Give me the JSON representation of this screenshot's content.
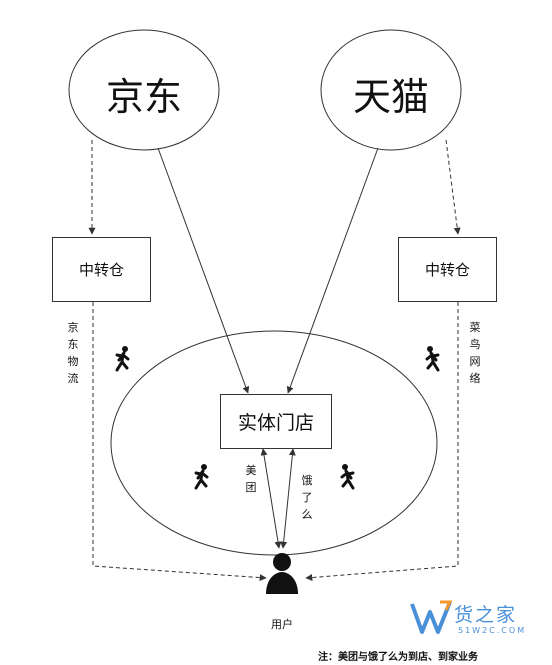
{
  "nodes": {
    "jd": "京东",
    "tmall": "天猫",
    "transfer_left": "中转仓",
    "transfer_right": "中转仓",
    "store": "实体门店",
    "user": "用户"
  },
  "edge_labels": {
    "jd_logistics": "京东物流",
    "cainiao": "菜鸟网络",
    "meituan": "美团",
    "eleme": "饿了么"
  },
  "note": "注：美团与饿了么为到店、到家业务",
  "watermark": {
    "brand": "货之家",
    "site": "51W2C.COM"
  },
  "colors": {
    "stroke": "#333333",
    "watermark_blue": "#4a90d9",
    "watermark_orange": "#f39a2b"
  }
}
